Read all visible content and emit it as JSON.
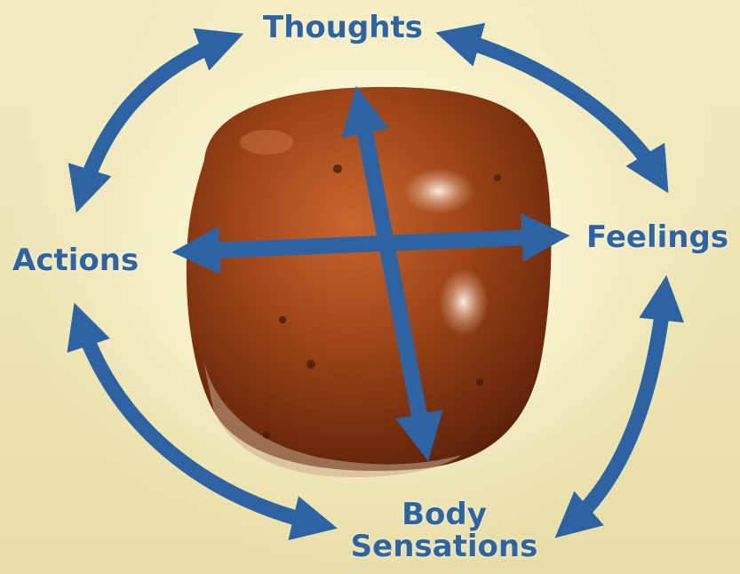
{
  "diagram": {
    "nodes": {
      "thoughts": "Thoughts",
      "feelings": "Feelings",
      "actions": "Actions",
      "body_line1": "Body",
      "body_line2": "Sensations"
    },
    "colors": {
      "arrow": "#2e63a3",
      "background": "#eee5b3",
      "bun": "#8a3a14",
      "bun_highlight": "#c86a36"
    },
    "image": "hot cross bun with arrows forming the cross"
  }
}
